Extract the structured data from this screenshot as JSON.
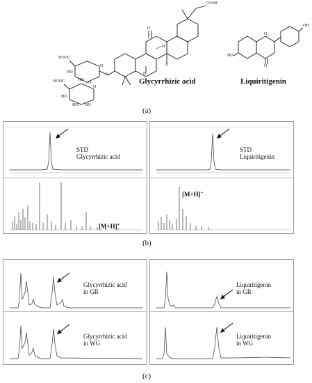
{
  "panel_labels": {
    "a": "(a)",
    "b": "(b)",
    "c": "(c)"
  },
  "structures": {
    "glycyrrhizic": {
      "name": "Glycyrrhizic acid",
      "atoms": [
        "COOH",
        "O",
        "H",
        "H",
        "H",
        "HOOC",
        "HO",
        "HO",
        "O",
        "O",
        "O",
        "HO",
        "HO",
        "HO",
        "O",
        "HOOC"
      ]
    },
    "liquiritigenin": {
      "name": "Liquiritigenin",
      "atoms": [
        "HO",
        "O",
        "O",
        "OH"
      ]
    }
  },
  "panel_b": {
    "left": {
      "std_line1": "STD",
      "std_line2": "Glycyrrhizic acid",
      "ion_label": "[M+H]",
      "ion_sup": "+"
    },
    "right": {
      "std_line1": "STD",
      "std_line2": "Liquiritigenin",
      "ion_label": "[M+H]",
      "ion_sup": "+"
    }
  },
  "panel_c": {
    "gr_left": {
      "line1": "Glycyrrhizic acid",
      "line2": "in GR"
    },
    "wg_left": {
      "line1": "Glycyrrhizic acid",
      "line2": "in WG"
    },
    "gr_right": {
      "line1": "Liquiritigenin",
      "line2": "in GR"
    },
    "wg_right": {
      "line1": "Liquiritigenin",
      "line2": "in WG"
    }
  }
}
